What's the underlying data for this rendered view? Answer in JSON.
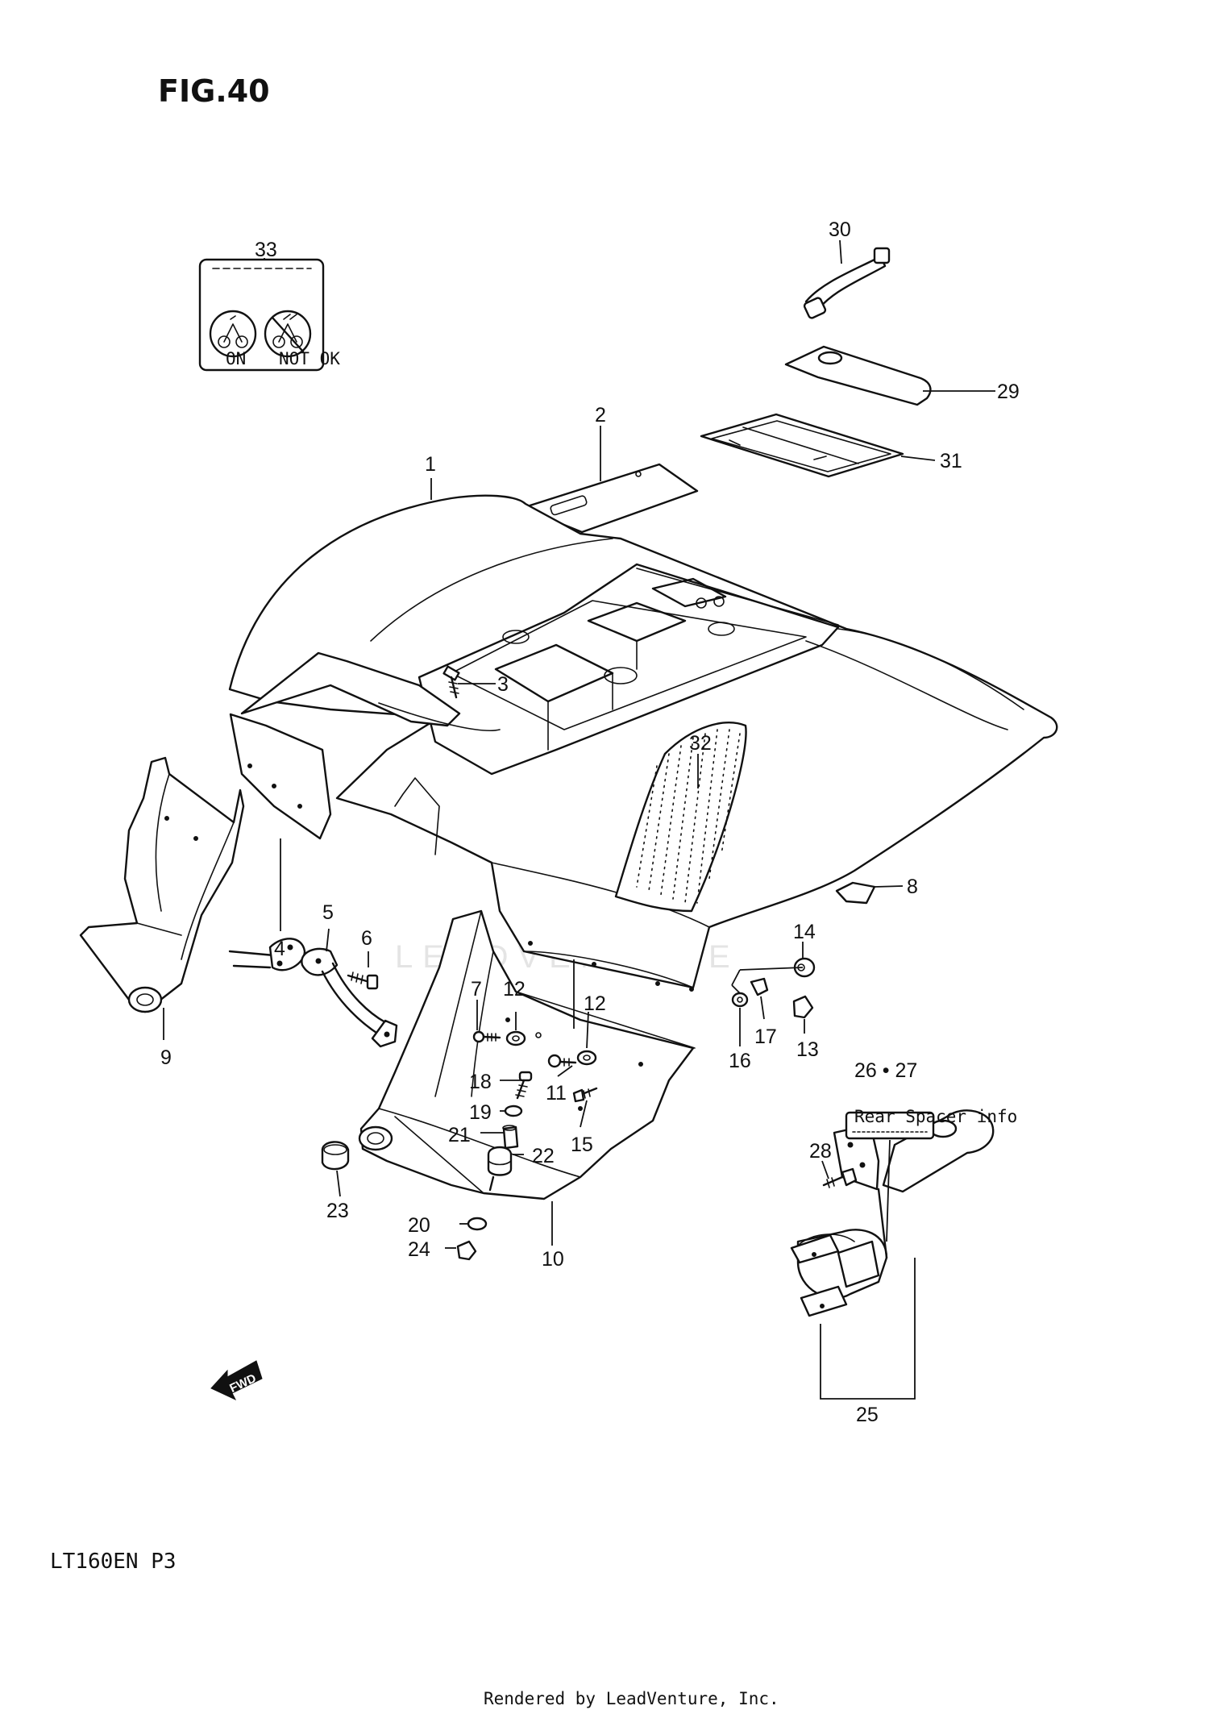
{
  "figure": {
    "title": "FIG.40",
    "model_code": "LT160EN  P3",
    "footer": "Rendered by LeadVenture, Inc.",
    "watermark": "LEADVENTURE",
    "fwd_arrow_label": "FWD"
  },
  "callouts": [
    {
      "id": "c1",
      "label": "1"
    },
    {
      "id": "c2",
      "label": "2"
    },
    {
      "id": "c3",
      "label": "3"
    },
    {
      "id": "c4",
      "label": "4"
    },
    {
      "id": "c5",
      "label": "5"
    },
    {
      "id": "c6",
      "label": "6"
    },
    {
      "id": "c7",
      "label": "7"
    },
    {
      "id": "c8",
      "label": "8"
    },
    {
      "id": "c9",
      "label": "9"
    },
    {
      "id": "c10",
      "label": "10"
    },
    {
      "id": "c11",
      "label": "11"
    },
    {
      "id": "c12a",
      "label": "12"
    },
    {
      "id": "c12b",
      "label": "12"
    },
    {
      "id": "c13",
      "label": "13"
    },
    {
      "id": "c14",
      "label": "14"
    },
    {
      "id": "c15",
      "label": "15"
    },
    {
      "id": "c16",
      "label": "16"
    },
    {
      "id": "c17",
      "label": "17"
    },
    {
      "id": "c18",
      "label": "18"
    },
    {
      "id": "c19",
      "label": "19"
    },
    {
      "id": "c20",
      "label": "20"
    },
    {
      "id": "c21",
      "label": "21"
    },
    {
      "id": "c22",
      "label": "22"
    },
    {
      "id": "c23",
      "label": "23"
    },
    {
      "id": "c24",
      "label": "24"
    },
    {
      "id": "c25",
      "label": "25"
    },
    {
      "id": "c2627",
      "label": "26 • 27"
    },
    {
      "id": "c28",
      "label": "28"
    },
    {
      "id": "c29",
      "label": "29"
    },
    {
      "id": "c30",
      "label": "30"
    },
    {
      "id": "c31",
      "label": "31"
    },
    {
      "id": "c32",
      "label": "32"
    },
    {
      "id": "c33",
      "label": "33"
    }
  ],
  "label_33": {
    "left_caption": "ON",
    "right_caption": "NOT OK"
  },
  "label_2627_text": "Rear Spacer info"
}
